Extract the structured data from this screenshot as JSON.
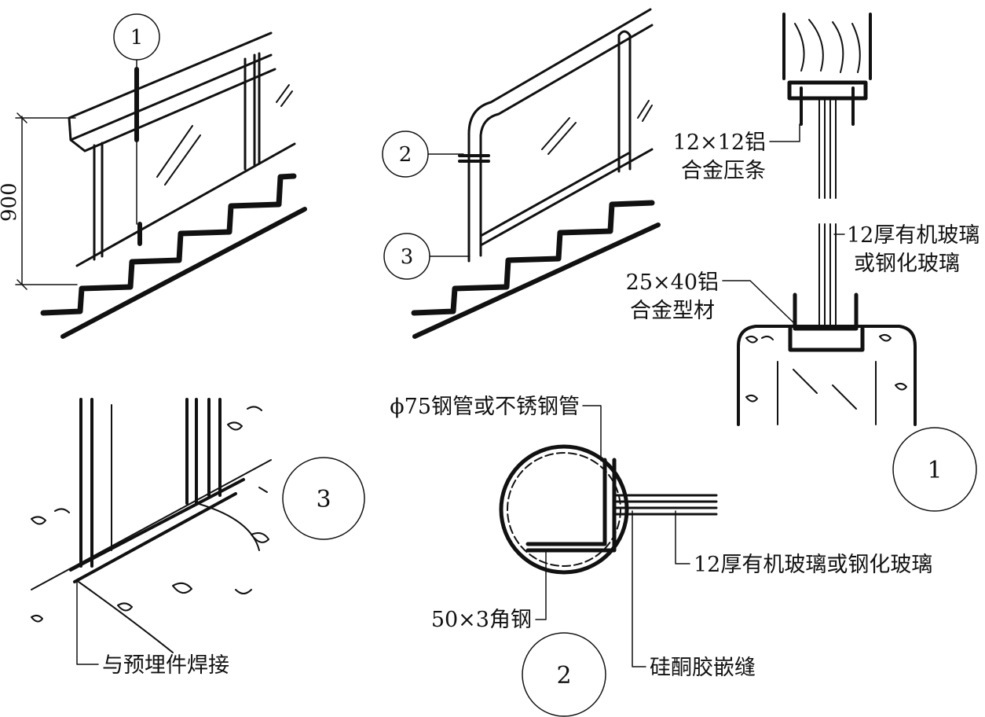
{
  "dimension": {
    "height": "900"
  },
  "markers": {
    "m1": "1",
    "m2": "2",
    "m3": "3"
  },
  "detail_titles": {
    "d1": "1",
    "d2": "2",
    "d3": "3"
  },
  "detail1": {
    "strip_line1": "12×12铝",
    "strip_line2": "合金压条",
    "glass_line1": "12厚有机玻璃",
    "glass_line2": "或钢化玻璃",
    "profile_line1": "25×40铝",
    "profile_line2": "合金型材"
  },
  "detail2": {
    "pipe": "ϕ75钢管或不锈钢管",
    "glass": "12厚有机玻璃或钢化玻璃",
    "angle": "50×3角钢",
    "sealant": "硅酮胶嵌缝"
  },
  "detail3": {
    "weld": "与预埋件焊接"
  }
}
